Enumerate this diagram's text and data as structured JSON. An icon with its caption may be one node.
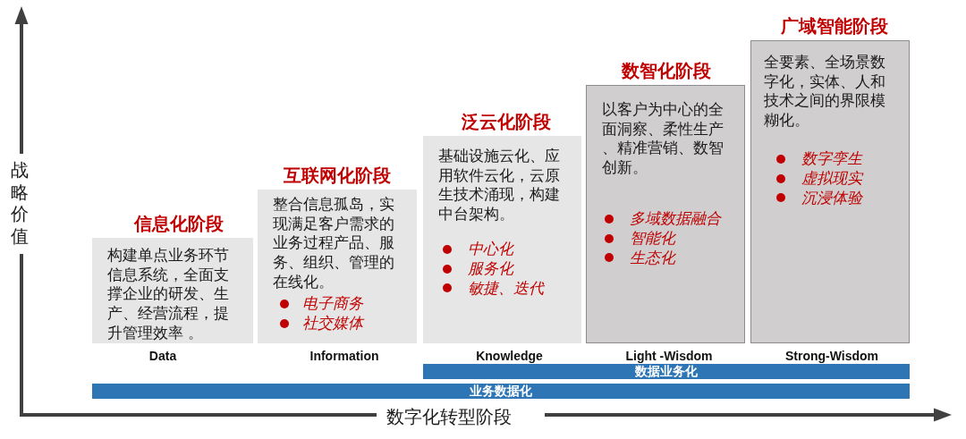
{
  "diagram": {
    "nodes": [
      {
        "text": [
          "信息化阶段",
          "构建单点业务环节信息系统，全面支撑企业的研发、生产、经营流程，提升管理效率 。"
        ],
        "beside": [
          "Data"
        ]
      },
      {
        "text": [
          "互联网化阶段",
          "整合信息孤岛，实现满足客户需求的业务过程产品、服务、组织、管理的在线化。",
          "电子商务",
          "社交媒体"
        ],
        "beside": [
          "Information"
        ]
      },
      {
        "text": [
          "泛云化阶段",
          "基础设施云化、应用软件云化，云原生技术涌现，构建中台架构。",
          "中心化",
          "服务化",
          "敏捷、迭代"
        ],
        "beside": [
          "Knowledge"
        ]
      },
      {
        "text": [
          "数智化阶段",
          "以客户为中心的全面洞察、柔性生产、精准营销、数智创新。",
          "多域数据融合",
          "智能化",
          "生态化"
        ],
        "beside": [
          "Light -Wisdom"
        ]
      },
      {
        "text": [
          "广域智能阶段",
          "全要素、全场景数字化，实体、人和技术之间的界限模糊化。",
          "数字孪生",
          "虚拟现实",
          "沉浸体验"
        ],
        "beside": [
          "Strong-Wisdom"
        ]
      },
      {
        "text": [
          "数据业务化"
        ]
      },
      {
        "text": [
          "业务数据化"
        ]
      }
    ],
    "labels": [
      "战略价值",
      "数字化转型阶段"
    ]
  }
}
